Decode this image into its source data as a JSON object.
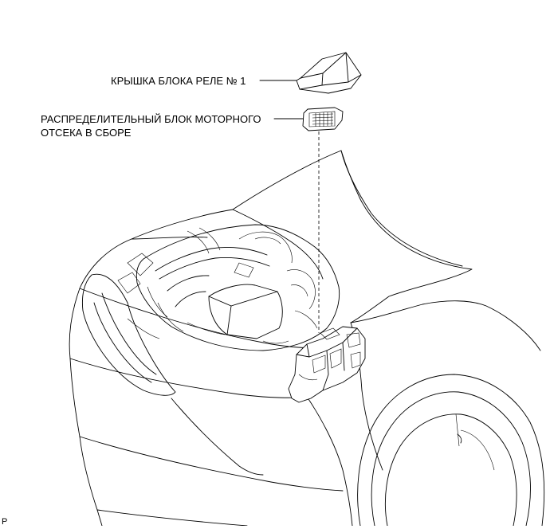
{
  "labels": {
    "relay_cover": "КРЫШКА БЛОКА РЕЛЕ № 1",
    "junction_block_line1": "РАСПРЕДЕЛИТЕЛЬНЫЙ БЛОК МОТОРНОГО",
    "junction_block_line2": "ОТСЕКА В СБОРЕ",
    "corner_code": "P"
  }
}
